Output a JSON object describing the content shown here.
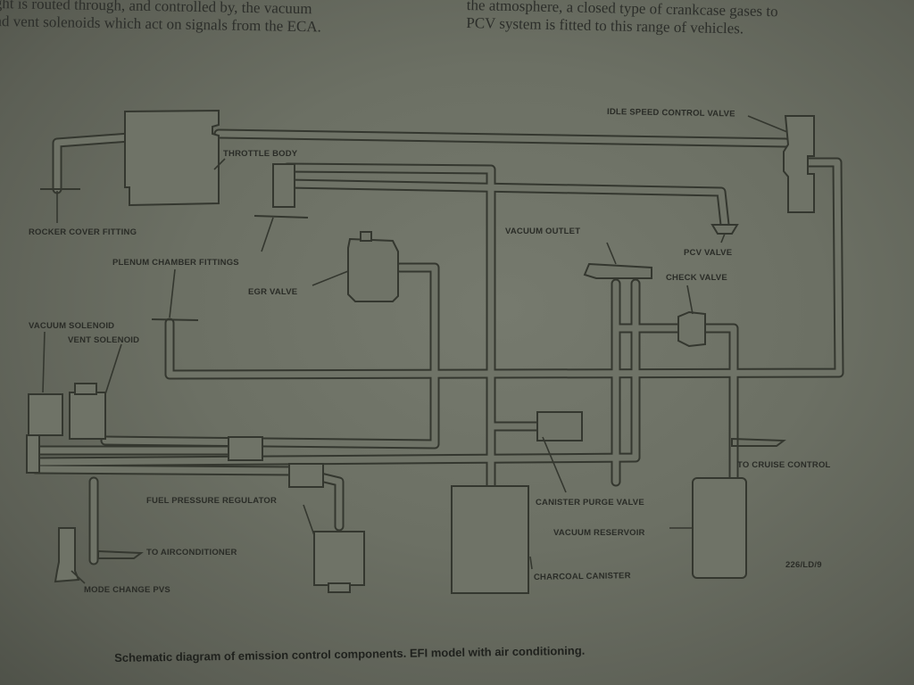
{
  "body_text": {
    "left_line1": "ght is routed through, and controlled by, the vacuum",
    "left_line2": "nd vent solenoids which act on signals from the ECA.",
    "right_line1": "the atmosphere, a closed type of crankcase gases to",
    "right_line2": "PCV system is fitted to this range of vehicles."
  },
  "labels": {
    "idle_speed_control_valve": "IDLE SPEED CONTROL VALVE",
    "throttle_body": "THROTTLE BODY",
    "rocker_cover_fitting": "ROCKER COVER FITTING",
    "vacuum_outlet": "VACUUM OUTLET",
    "pcv_valve": "PCV VALVE",
    "plenum_chamber_fittings": "PLENUM CHAMBER FITTINGS",
    "egr_valve": "EGR VALVE",
    "check_valve": "CHECK VALVE",
    "vacuum_solenoid": "VACUUM SOLENOID",
    "vent_solenoid": "VENT SOLENOID",
    "to_cruise_control": "TO CRUISE CONTROL",
    "fuel_pressure_regulator": "FUEL PRESSURE REGULATOR",
    "canister_purge_valve": "CANISTER PURGE VALVE",
    "vacuum_reservoir": "VACUUM RESERVOIR",
    "to_airconditioner": "TO AIRCONDITIONER",
    "charcoal_canister": "CHARCOAL CANISTER",
    "mode_change_pvs": "MODE CHANGE PVS",
    "figure_ref": "226/LD/9"
  },
  "caption": "Schematic diagram of emission control components. EFI model with air conditioning."
}
